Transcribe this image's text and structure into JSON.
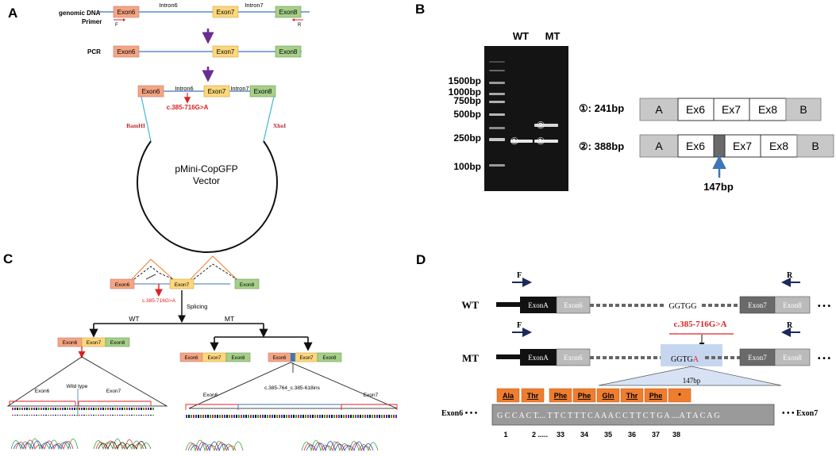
{
  "panels": {
    "a": "A",
    "b": "B",
    "c": "C",
    "d": "D"
  },
  "panel_a": {
    "genomic_dna": "genomic DNA",
    "primer": "Primer",
    "f": "F",
    "r": "R",
    "exon6": "Exon6",
    "exon7": "Exon7",
    "exon8": "Exon8",
    "intron6": "Intron6",
    "intron7": "Intron7",
    "pcr": "PCR",
    "mutation": "c.385-716G>A",
    "bamhi": "BamHI",
    "xhoi": "XhoI",
    "vector_line1": "pMini-CopGFP",
    "vector_line2": "Vector"
  },
  "panel_b": {
    "lanes": [
      "WT",
      "MT"
    ],
    "ladder": [
      "1500bp",
      "1000bp",
      "750bp",
      "500bp",
      "250bp",
      "100bp"
    ],
    "band1_marker": "①",
    "band2_marker": "②",
    "construct1": {
      "label": "①: 241bp",
      "segments": [
        "A",
        "Ex6",
        "Ex7",
        "Ex8",
        "B"
      ]
    },
    "construct2": {
      "label": "②: 388bp",
      "segments": [
        "A",
        "Ex6",
        "Ex7",
        "Ex8",
        "B"
      ]
    },
    "insert_label": "147bp"
  },
  "panel_c": {
    "exon6": "Exon6",
    "exon7": "Exon7",
    "exon8": "Exon8",
    "mutation": "c.385-716G>A",
    "splicing": "Splicing",
    "wt": "WT",
    "mt": "MT",
    "wild_type": "Wild type",
    "mt_variant": "c.385-764_c.385-618ins"
  },
  "panel_d": {
    "f": "F",
    "r": "R",
    "wt": "WT",
    "mt": "MT",
    "exona": "ExonA",
    "exon6": "Exon6",
    "exon7": "Exon7",
    "exon8": "Exon8",
    "wt_seq": "GGTGG",
    "mt_seq_prefix": "GGTG",
    "mt_seq_mut": "A",
    "mutation": "c.385-716G>A",
    "insert": "147bp",
    "amino_acids": [
      "Ala",
      "Thr",
      "Phe",
      "Phe",
      "Gln",
      "Thr",
      "Phe",
      "*"
    ],
    "sequence": "G C C A C T.... T T C T T T C A A A C C T T C T G A ....A T A C A G",
    "positions": [
      "1",
      "2 .....",
      "33",
      "34",
      "35",
      "36",
      "37",
      "38"
    ],
    "left_label": "Exon6 • • •",
    "right_label": "• • • Exon7"
  },
  "colors": {
    "exon6": "#f4a582",
    "exon7": "#fdd77d",
    "exon8": "#a6d08a",
    "mutation_red": "#e02020",
    "arrow_purple": "#6a2c91",
    "blue_arrow": "#3f76b8",
    "aa_orange": "#ef7d2e"
  }
}
